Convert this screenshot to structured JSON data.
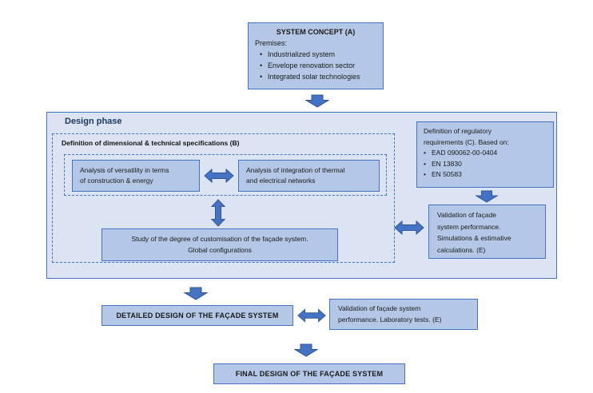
{
  "diagram": {
    "system_concept": {
      "title": "SYSTEM CONCEPT (A)",
      "premises_label": "Premises:",
      "premises": [
        "Industrialized system",
        "Envelope renovation sector",
        "Integrated solar technologies"
      ]
    },
    "design_phase": {
      "label": "Design phase",
      "spec_b": {
        "label": "Definition of dimensional & technical specifications (B)",
        "versatility_box": [
          "Analysis of versatility in terms",
          "of construction & energy"
        ],
        "integration_box": [
          "Analysis of integration of thermal",
          "and electrical networks"
        ],
        "study_box": [
          "Study of the degree of customisation of the façade system.",
          "Global configurations"
        ]
      },
      "regulatory_c": {
        "intro": [
          "Definition of regulatory",
          "requirements (C). Based on:"
        ],
        "standards": [
          "EAD 090062-00-0404",
          "EN 13830",
          "EN 50583"
        ]
      },
      "validation_sim_e": [
        "Validation of façade",
        "system performance.",
        "Simulations & estimative",
        "calculations. (E)"
      ]
    },
    "detailed_design": "DETAILED DESIGN OF THE FAÇADE SYSTEM",
    "validation_lab_e": [
      "Validation of façade system",
      "performance. Laboratory tests. (E)"
    ],
    "final_design": "FINAL DESIGN OF THE FAÇADE SYSTEM"
  },
  "colors": {
    "box_fill": "#b4c7e7",
    "container_fill": "#dce4f3",
    "border_blue": "#4472c4",
    "arrow_fill": "#4472c4",
    "arrow_stroke": "#2f5597",
    "design_phase_text": "#1f3864",
    "text": "#1a1a1a"
  }
}
